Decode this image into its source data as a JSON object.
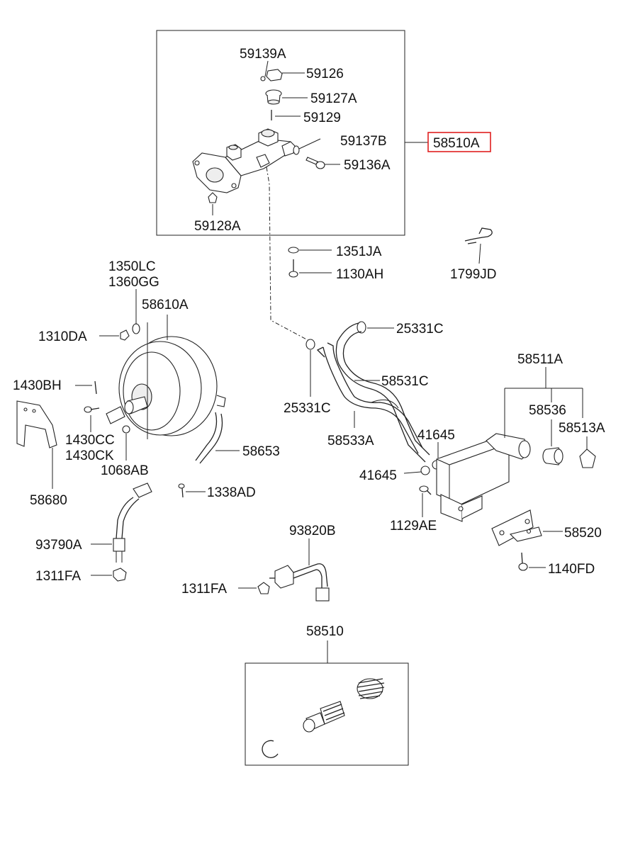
{
  "labels": {
    "p59139A": "59139A",
    "p59126": "59126",
    "p59127A": "59127A",
    "p59129": "59129",
    "p59137B": "59137B",
    "p59136A": "59136A",
    "p59128A": "59128A",
    "p58510A": "58510A",
    "p1351JA": "1351JA",
    "p1130AH": "1130AH",
    "p1799JD": "1799JD",
    "p1350LC": "1350LC",
    "p1360GG": "1360GG",
    "p58610A": "58610A",
    "p1310DA": "1310DA",
    "p1430BH": "1430BH",
    "p1430CC": "1430CC",
    "p1430CK": "1430CK",
    "p1068AB": "1068AB",
    "p58653": "58653",
    "p58680": "58680",
    "p1338AD": "1338AD",
    "p93790A": "93790A",
    "p1311FA_left": "1311FA",
    "p25331C_top": "25331C",
    "p25331C_mid": "25331C",
    "p58531C": "58531C",
    "p58533A": "58533A",
    "p41645_top": "41645",
    "p41645_bot": "41645",
    "p1129AE": "1129AE",
    "p58511A": "58511A",
    "p58536": "58536",
    "p58513A": "58513A",
    "p58520": "58520",
    "p1140FD": "1140FD",
    "p93820B": "93820B",
    "p1311FA_mid": "1311FA",
    "p58510": "58510"
  },
  "colors": {
    "highlight": "#e02020",
    "line": "#222222",
    "background": "#ffffff"
  }
}
